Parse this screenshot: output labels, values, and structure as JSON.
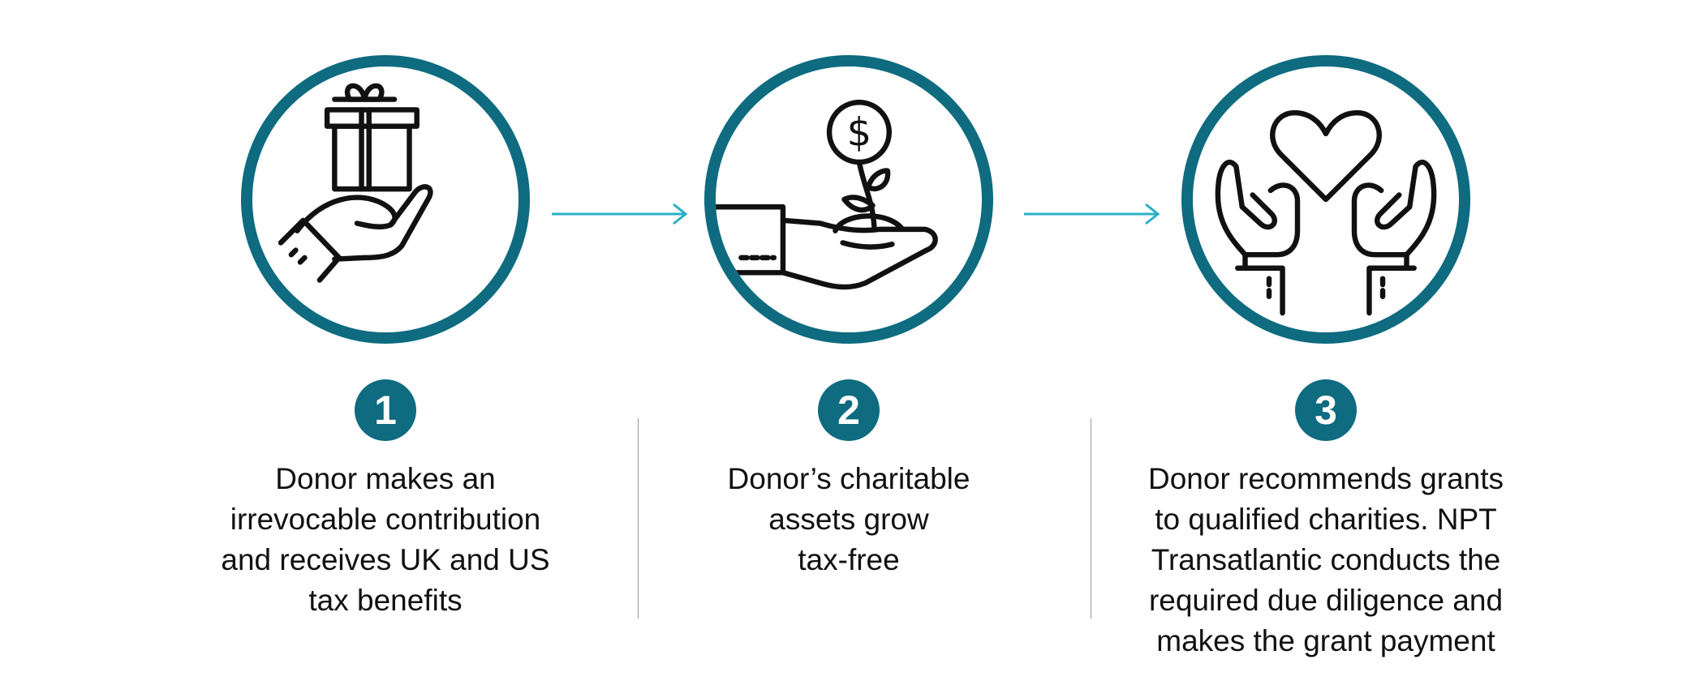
{
  "accent_color": "#0e6b80",
  "arrow_color": "#2ab0c6",
  "steps": [
    {
      "number": "1",
      "icon": "hand-holding-gift-icon",
      "text": "Donor makes an\nirrevocable contribution\nand receives UK and US\ntax benefits"
    },
    {
      "number": "2",
      "icon": "hand-growing-money-plant-icon",
      "text": "Donor’s charitable\nassets grow\ntax-free"
    },
    {
      "number": "3",
      "icon": "hands-giving-heart-icon",
      "text": "Donor recommends grants\nto qualified charities. NPT\nTransatlantic conducts the\nrequired due diligence and\nmakes the grant payment"
    }
  ]
}
